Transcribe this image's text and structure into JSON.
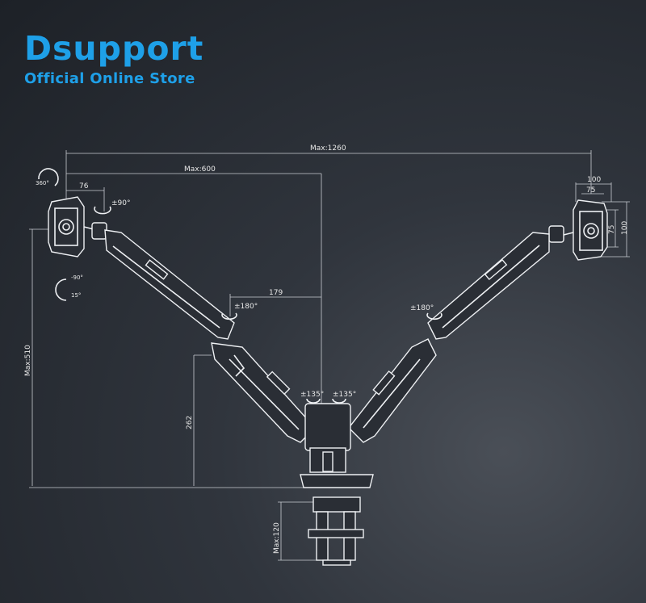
{
  "brand": {
    "name": "Dsupport",
    "tagline": "Official Online Store",
    "color": "#1ea0e8"
  },
  "dimensions": {
    "max_span": "Max:1260",
    "max_arm": "Max:600",
    "offset_76": "76",
    "offset_179": "179",
    "height_max": "Max:510",
    "height_262": "262",
    "clamp_max": "Max:120",
    "vesa_100_w": "100",
    "vesa_75_w": "75",
    "vesa_75_h": "75",
    "vesa_100_h": "100"
  },
  "rotations": {
    "rotate_360": "360°",
    "swivel_90": "±90°",
    "tilt_up": "-90°",
    "tilt_down": "15°",
    "left_elbow": "±180°",
    "right_elbow": "±180°",
    "left_base": "±135°",
    "right_base": "±135°"
  }
}
